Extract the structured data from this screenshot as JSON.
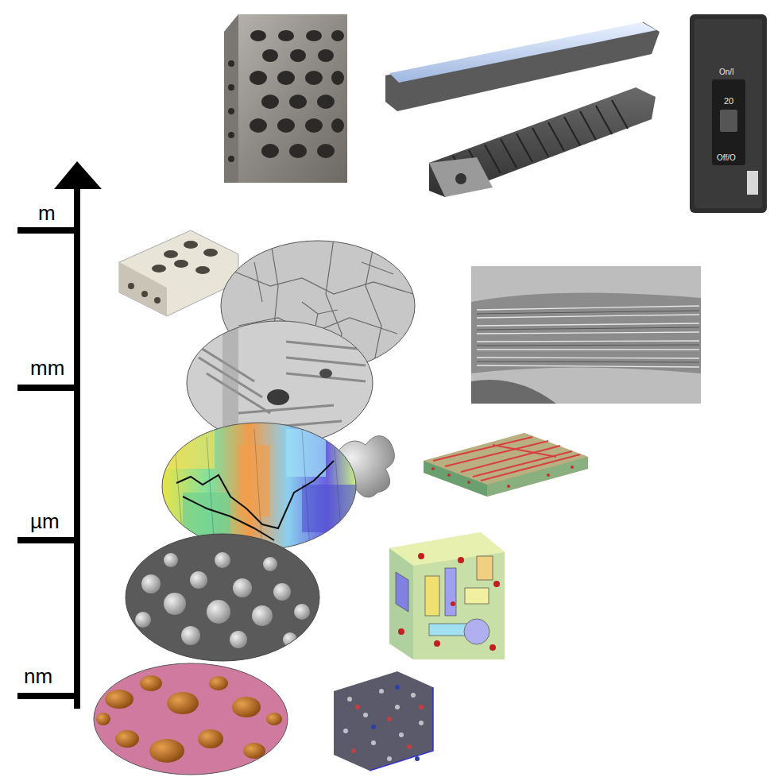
{
  "diagram": {
    "labels": [
      "m",
      "mm",
      "µm",
      "nm",
      "On/I",
      "20",
      "Off/O"
    ]
  }
}
